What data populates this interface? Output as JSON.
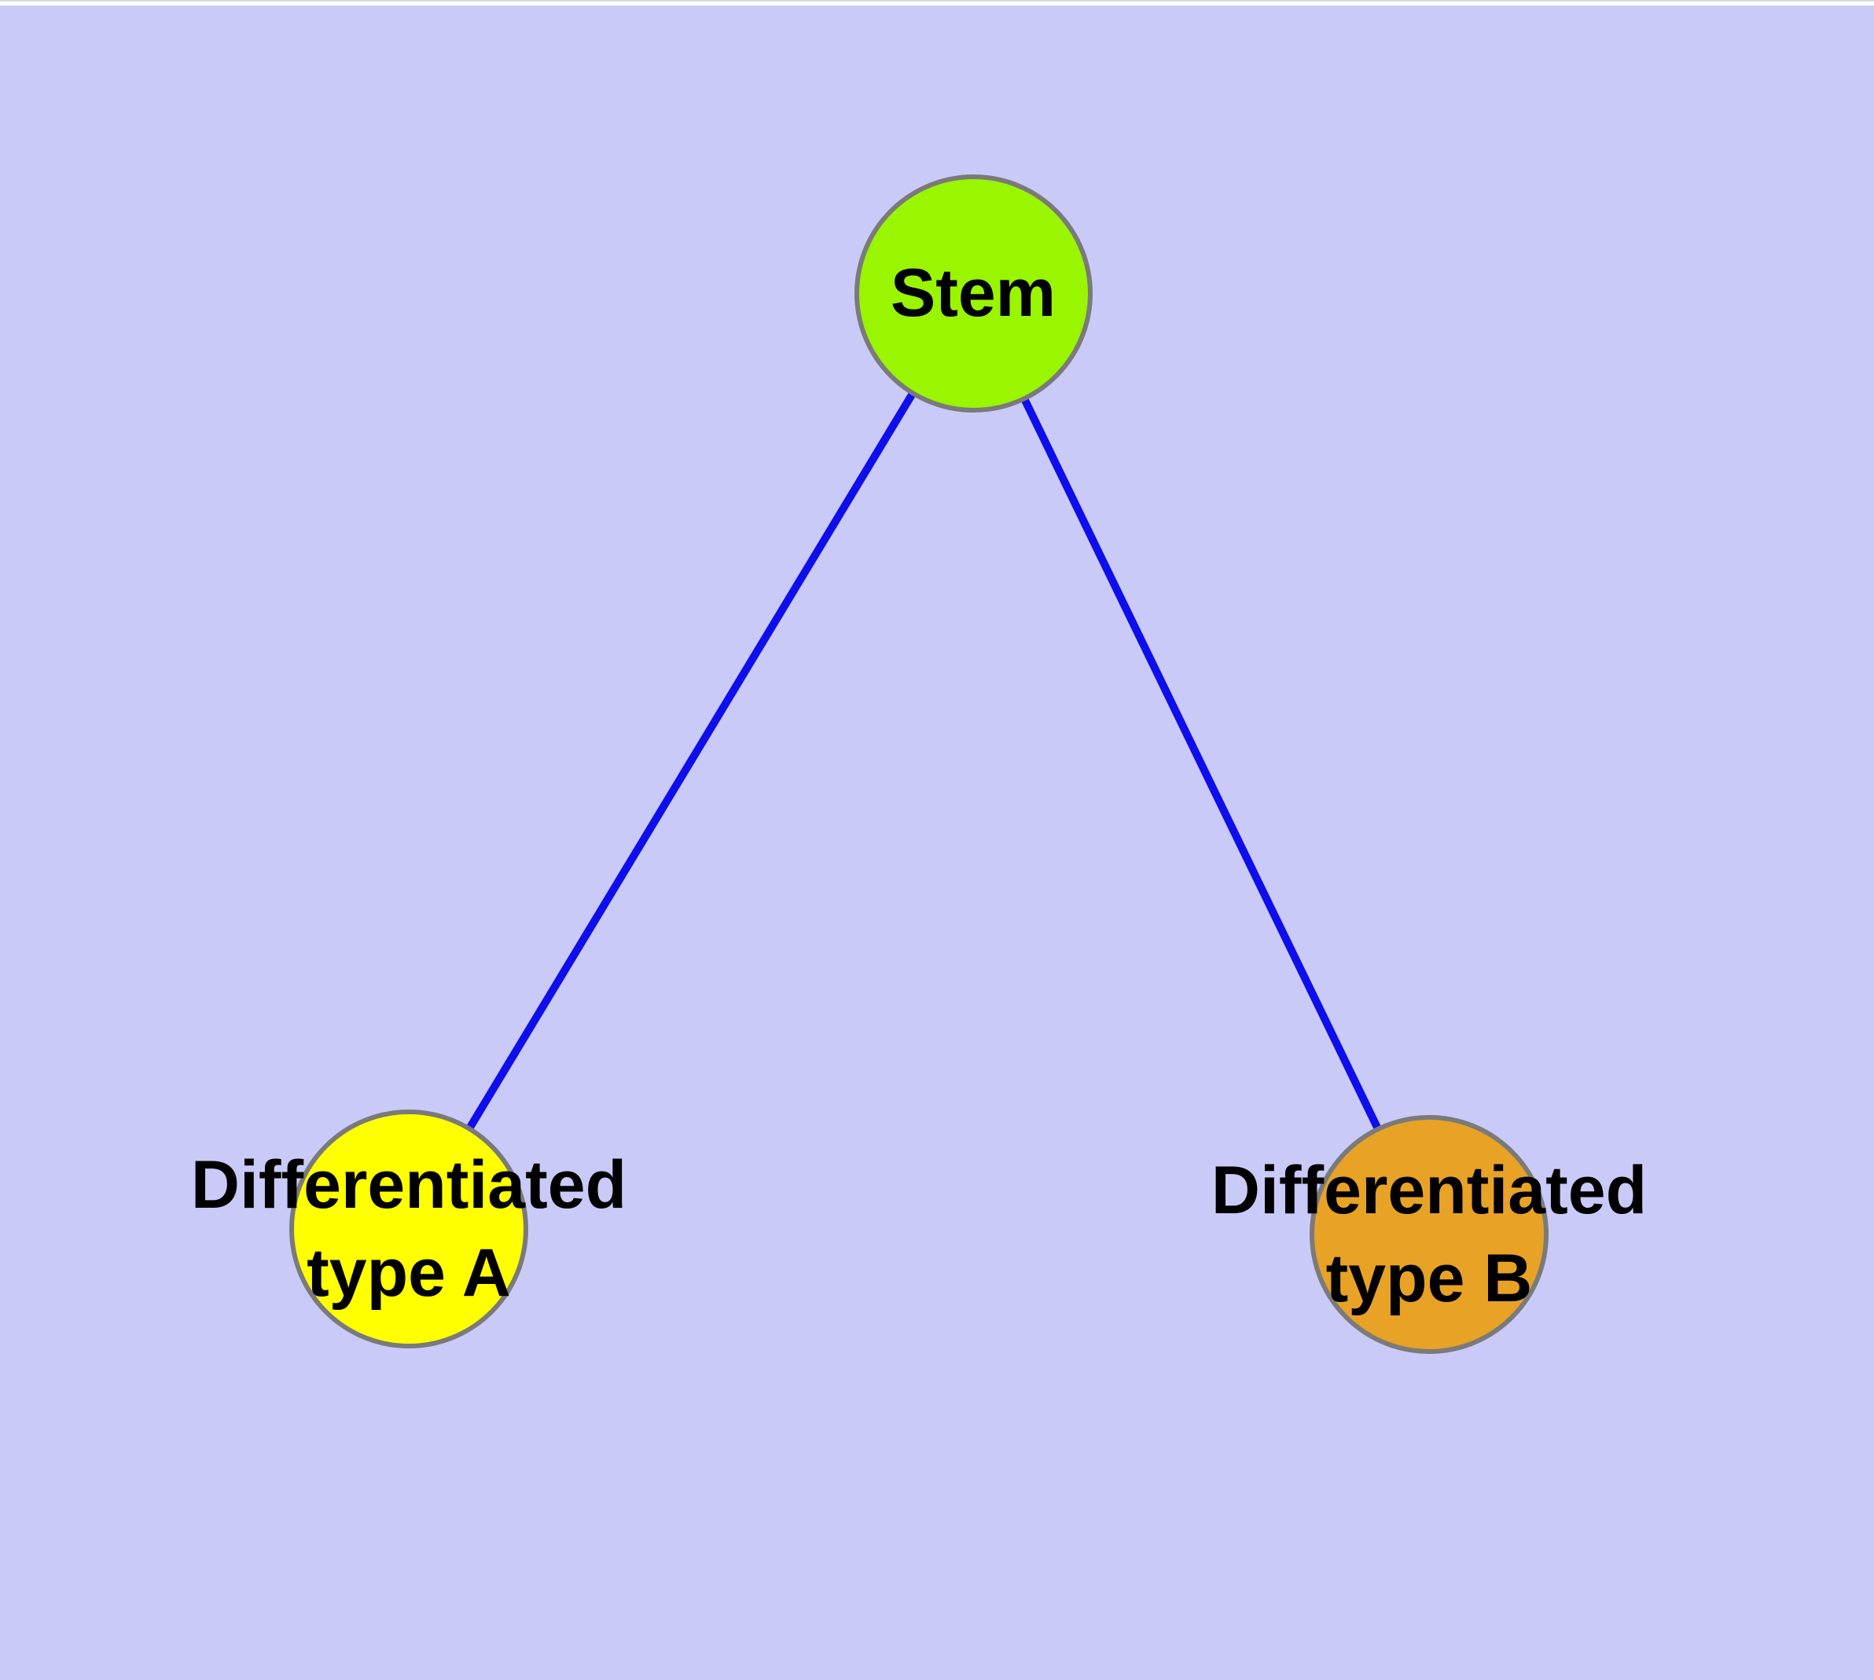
{
  "diagram": {
    "type": "node-link-graph",
    "background_color": "#CACAF8",
    "edge_color": "#0E0EEC",
    "node_border_color": "#7A7A7A",
    "text_color": "#000000"
  },
  "nodes": [
    {
      "id": "stem",
      "lines": [
        "Stem"
      ],
      "fill": "#99F500"
    },
    {
      "id": "differentiated-type-a",
      "lines": [
        "Differentiated",
        "type A"
      ],
      "fill": "#FFFF00"
    },
    {
      "id": "differentiated-type-b",
      "lines": [
        "Differentiated",
        "type B"
      ],
      "fill": "#E8A225"
    }
  ],
  "edges": [
    {
      "from": "stem",
      "to": "differentiated-type-a"
    },
    {
      "from": "stem",
      "to": "differentiated-type-b"
    }
  ]
}
